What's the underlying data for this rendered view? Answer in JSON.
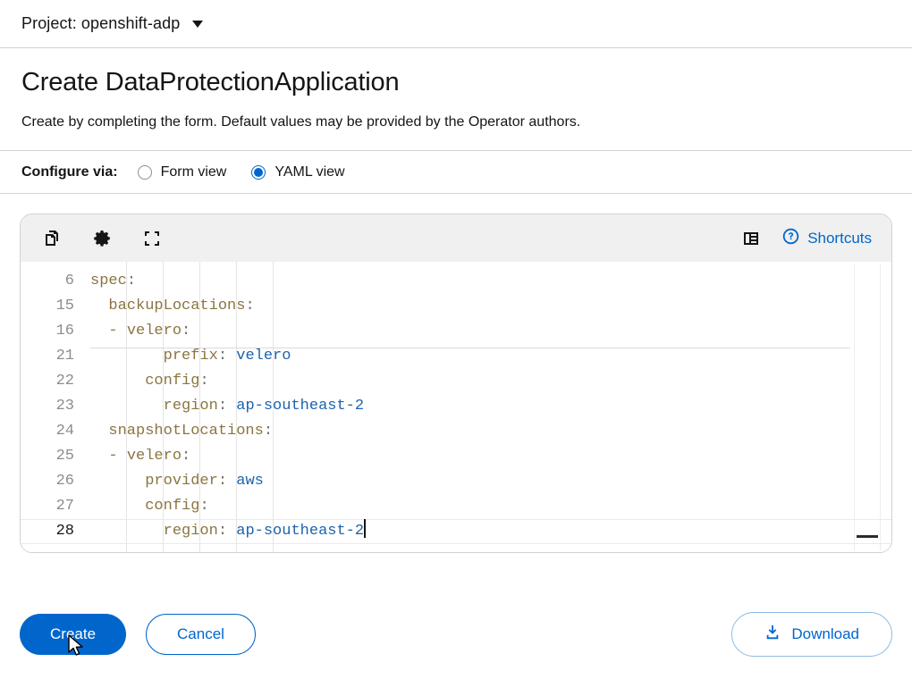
{
  "project_bar": {
    "label": "Project: openshift-adp",
    "caret_icon": "chevron-down-icon"
  },
  "page": {
    "title": "Create DataProtectionApplication",
    "description": "Create by completing the form. Default values may be provided by the Operator authors."
  },
  "configure": {
    "label": "Configure via:",
    "options": [
      {
        "label": "Form view",
        "selected": false
      },
      {
        "label": "YAML view",
        "selected": true
      }
    ]
  },
  "editor": {
    "toolbar": {
      "copy_icon": "copy-icon",
      "settings_icon": "gear-icon",
      "fullscreen_icon": "expand-icon",
      "sidebar_icon": "sidebar-panel-icon",
      "help_icon": "question-circle-icon",
      "shortcuts_label": "Shortcuts"
    },
    "lines": [
      {
        "num": "6",
        "indent": 0,
        "key": "spec",
        "punct": ":",
        "value": ""
      },
      {
        "num": "15",
        "indent": 1,
        "key": "backupLocations",
        "punct": ":",
        "value": ""
      },
      {
        "num": "16",
        "indent": 2,
        "dash": true,
        "key": "velero",
        "punct": ":",
        "value": ""
      },
      {
        "num": "21",
        "indent": 4,
        "key": "prefix",
        "punct": ": ",
        "value": "velero"
      },
      {
        "num": "22",
        "indent": 3,
        "key": "config",
        "punct": ":",
        "value": ""
      },
      {
        "num": "23",
        "indent": 4,
        "key": "region",
        "punct": ": ",
        "value": "ap-southeast-2"
      },
      {
        "num": "24",
        "indent": 1,
        "key": "snapshotLocations",
        "punct": ":",
        "value": ""
      },
      {
        "num": "25",
        "indent": 2,
        "dash": true,
        "key": "velero",
        "punct": ":",
        "value": ""
      },
      {
        "num": "26",
        "indent": 3,
        "key": "provider",
        "punct": ": ",
        "value": "aws"
      },
      {
        "num": "27",
        "indent": 3,
        "key": "config",
        "punct": ":",
        "value": ""
      },
      {
        "num": "28",
        "indent": 4,
        "key": "region",
        "punct": ": ",
        "value": "ap-southeast-2",
        "active": true,
        "cursor": true
      }
    ]
  },
  "footer": {
    "create_label": "Create",
    "cancel_label": "Cancel",
    "download_label": "Download",
    "download_icon": "download-icon"
  },
  "colors": {
    "primary_blue": "#0066cc",
    "yaml_key": "#8a7541",
    "yaml_value": "#1c63ab",
    "toolbar_bg": "#f0f0f0",
    "border": "#d2d2d2"
  }
}
